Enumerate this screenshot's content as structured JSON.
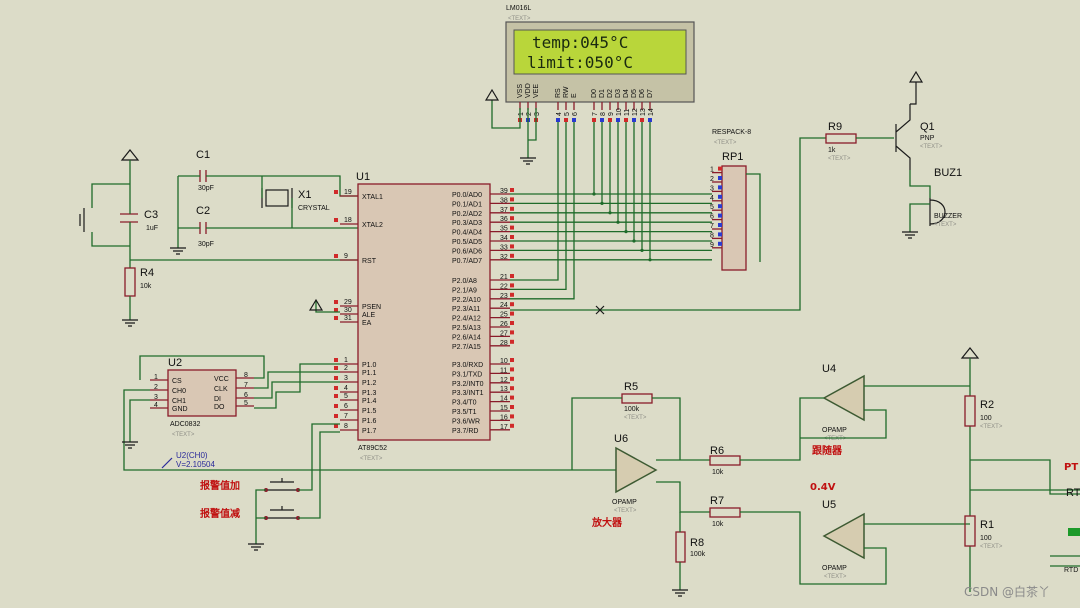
{
  "lcd": {
    "part": "LM016L",
    "text_tag": "<TEXT>",
    "line1": "temp:045°C",
    "line2": "limit:050°C",
    "pins": [
      "VSS",
      "VDD",
      "VEE",
      "RS",
      "RW",
      "E",
      "D0",
      "D1",
      "D2",
      "D3",
      "D4",
      "D5",
      "D6",
      "D7"
    ],
    "pin_numbers": [
      "1",
      "2",
      "3",
      "4",
      "5",
      "6",
      "7",
      "8",
      "9",
      "10",
      "11",
      "12",
      "13",
      "14"
    ]
  },
  "mcu": {
    "ref": "U1",
    "part": "AT89C52",
    "left_pins": [
      {
        "num": "19",
        "name": "XTAL1"
      },
      {
        "num": "18",
        "name": "XTAL2"
      },
      {
        "num": "9",
        "name": "RST"
      },
      {
        "num": "29",
        "name": "PSEN"
      },
      {
        "num": "30",
        "name": "ALE"
      },
      {
        "num": "31",
        "name": "EA"
      },
      {
        "num": "1",
        "name": "P1.0"
      },
      {
        "num": "2",
        "name": "P1.1"
      },
      {
        "num": "3",
        "name": "P1.2"
      },
      {
        "num": "4",
        "name": "P1.3"
      },
      {
        "num": "5",
        "name": "P1.4"
      },
      {
        "num": "6",
        "name": "P1.5"
      },
      {
        "num": "7",
        "name": "P1.6"
      },
      {
        "num": "8",
        "name": "P1.7"
      }
    ],
    "right_pins": [
      {
        "num": "39",
        "name": "P0.0/AD0"
      },
      {
        "num": "38",
        "name": "P0.1/AD1"
      },
      {
        "num": "37",
        "name": "P0.2/AD2"
      },
      {
        "num": "36",
        "name": "P0.3/AD3"
      },
      {
        "num": "35",
        "name": "P0.4/AD4"
      },
      {
        "num": "34",
        "name": "P0.5/AD5"
      },
      {
        "num": "33",
        "name": "P0.6/AD6"
      },
      {
        "num": "32",
        "name": "P0.7/AD7"
      },
      {
        "num": "21",
        "name": "P2.0/A8"
      },
      {
        "num": "22",
        "name": "P2.1/A9"
      },
      {
        "num": "23",
        "name": "P2.2/A10"
      },
      {
        "num": "24",
        "name": "P2.3/A11"
      },
      {
        "num": "25",
        "name": "P2.4/A12"
      },
      {
        "num": "26",
        "name": "P2.5/A13"
      },
      {
        "num": "27",
        "name": "P2.6/A14"
      },
      {
        "num": "28",
        "name": "P2.7/A15"
      },
      {
        "num": "10",
        "name": "P3.0/RXD"
      },
      {
        "num": "11",
        "name": "P3.1/TXD"
      },
      {
        "num": "12",
        "name": "P3.2/INT0"
      },
      {
        "num": "13",
        "name": "P3.3/INT1"
      },
      {
        "num": "14",
        "name": "P3.4/T0"
      },
      {
        "num": "15",
        "name": "P3.5/T1"
      },
      {
        "num": "16",
        "name": "P3.6/WR"
      },
      {
        "num": "17",
        "name": "P3.7/RD"
      }
    ]
  },
  "components": {
    "c1": {
      "ref": "C1",
      "value": "30pF"
    },
    "c2": {
      "ref": "C2",
      "value": "30pF"
    },
    "c3": {
      "ref": "C3",
      "value": "1uF"
    },
    "x1": {
      "ref": "X1",
      "value": "CRYSTAL"
    },
    "r4": {
      "ref": "R4",
      "value": "10k"
    },
    "rp1": {
      "ref": "RP1",
      "value": "RESPACK-8",
      "pins": [
        "1",
        "2",
        "3",
        "4",
        "5",
        "6",
        "7",
        "8",
        "9"
      ]
    },
    "r9": {
      "ref": "R9",
      "value": "1k"
    },
    "q1": {
      "ref": "Q1",
      "value": "PNP"
    },
    "buz1": {
      "ref": "BUZ1",
      "value": "BUZZER"
    },
    "u2": {
      "ref": "U2",
      "part": "ADC0832",
      "left_pins": [
        {
          "num": "1",
          "name": "CS"
        },
        {
          "num": "2",
          "name": "CH0"
        },
        {
          "num": "3",
          "name": "CH1"
        },
        {
          "num": "4",
          "name": "GND"
        }
      ],
      "right_pins": [
        {
          "num": "8",
          "name": "VCC"
        },
        {
          "num": "7",
          "name": "CLK"
        },
        {
          "num": "6",
          "name": "DI"
        },
        {
          "num": "5",
          "name": "DO"
        }
      ]
    },
    "probe": {
      "line1": "U2(CH0)",
      "line2": "V=2.10504"
    },
    "r5": {
      "ref": "R5",
      "value": "100k"
    },
    "r6": {
      "ref": "R6",
      "value": "10k"
    },
    "r7": {
      "ref": "R7",
      "value": "10k"
    },
    "r8": {
      "ref": "R8",
      "value": "100k"
    },
    "r2": {
      "ref": "R2",
      "value": "100"
    },
    "r1": {
      "ref": "R1",
      "value": "100"
    },
    "u4": {
      "ref": "U4",
      "value": "OPAMP"
    },
    "u5": {
      "ref": "U5",
      "value": "OPAMP"
    },
    "u6": {
      "ref": "U6",
      "value": "OPAMP"
    }
  },
  "labels": {
    "btn_inc": "报警值加",
    "btn_dec": "报警值减",
    "amplifier": "放大器",
    "follower": "跟随器",
    "voltage": "0.4V",
    "pt": "PT",
    "rt": "RT",
    "rtd": "RTD",
    "watermark": "CSDN @白茶丫"
  },
  "colors": {
    "background": "#dcdcc8",
    "wire": "#1f6b2a",
    "component": "#8a1c2a",
    "lcd_screen": "#b9d63a",
    "chinese_label": "#c01010"
  }
}
